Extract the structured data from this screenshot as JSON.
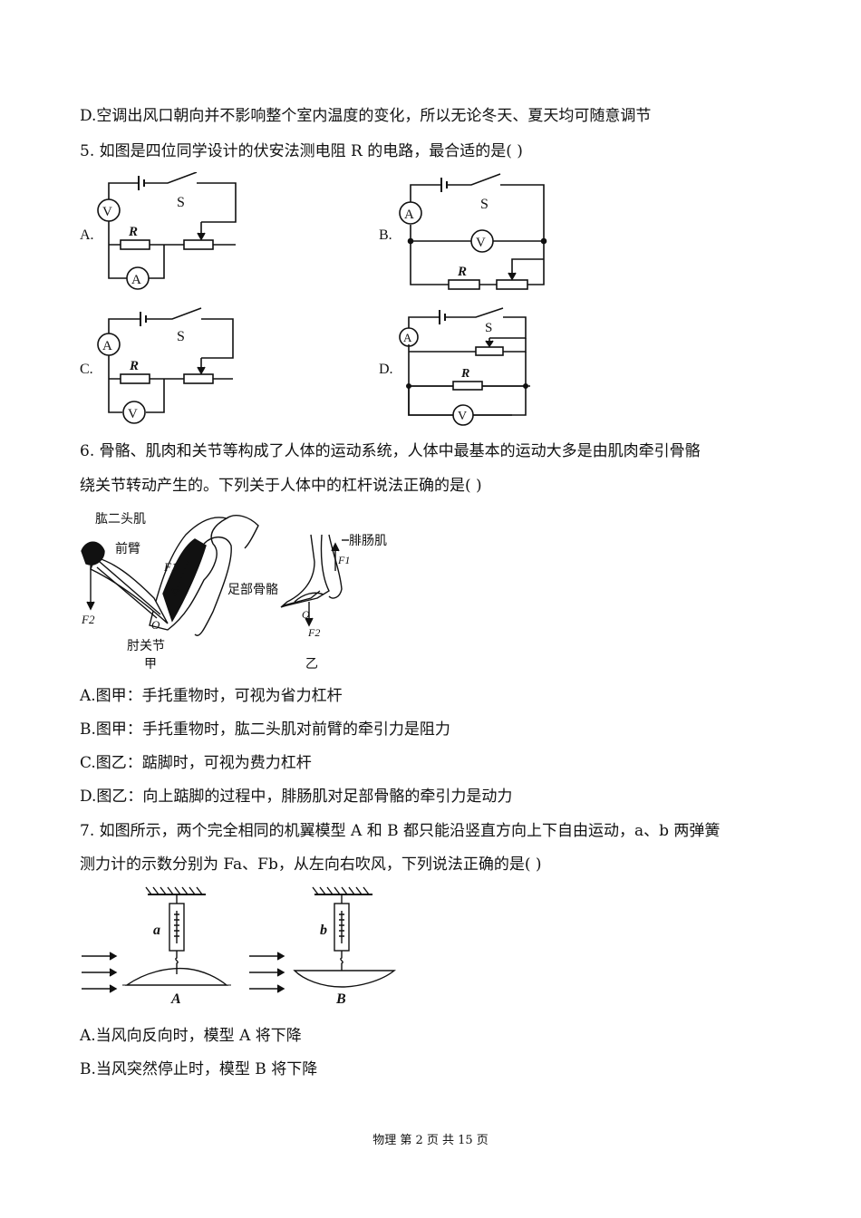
{
  "lines": {
    "q4d": "D.空调出风口朝向并不影响整个室内温度的变化，所以无论冬天、夏天均可随意调节",
    "q5": "5. 如图是四位同学设计的伏安法测电阻 R 的电路，最合适的是(   )",
    "q6a": "6. 骨骼、肌肉和关节等构成了人体的运动系统，人体中最基本的运动大多是由肌肉牵引骨骼",
    "q6b": "绕关节转动产生的。下列关于人体中的杠杆说法正确的是(   )",
    "q6A": "A.图甲：手托重物时，可视为省力杠杆",
    "q6B": "B.图甲：手托重物时，肱二头肌对前臂的牵引力是阻力",
    "q6C": "C.图乙：踮脚时，可视为费力杠杆",
    "q6D": "D.图乙：向上踮脚的过程中，腓肠肌对足部骨骼的牵引力是动力",
    "q7a": "7. 如图所示，两个完全相同的机翼模型 A 和 B 都只能沿竖直方向上下自由运动，a、b 两弹簧",
    "q7b": "测力计的示数分别为 Fa、Fb，从左向右吹风，下列说法正确的是(   )",
    "q7A": "A.当风向反向时，模型 A 将下降",
    "q7B": "B.当风突然停止时，模型 B 将下降"
  },
  "circuits": {
    "optA": "A.",
    "optB": "B.",
    "optC": "C.",
    "optD": "D.",
    "S": "S",
    "R": "R",
    "V": "V",
    "A": "A"
  },
  "body_fig": {
    "biceps": "肱二头肌",
    "forearm": "前臂",
    "elbow": "肘关节",
    "jia": "甲",
    "calf": "腓肠肌",
    "foot": "足部骨骼",
    "yi": "乙",
    "F1": "F1",
    "F2": "F2",
    "O": "O"
  },
  "wing_fig": {
    "a": "a",
    "b": "b",
    "A": "A",
    "B": "B"
  },
  "footer": "物理 第 2 页 共 15 页"
}
